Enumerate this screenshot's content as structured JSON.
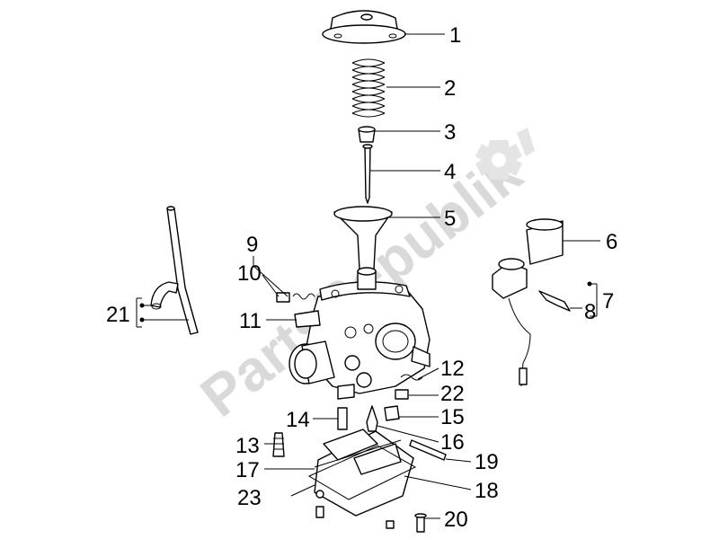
{
  "watermark": {
    "text": "PartsRepublik",
    "icon": "gear-icon"
  },
  "callouts": {
    "c1": "1",
    "c2": "2",
    "c3": "3",
    "c4": "4",
    "c5": "5",
    "c6": "6",
    "c7": "7",
    "c8": "8",
    "c9": "9",
    "c10": "10",
    "c11": "11",
    "c12": "12",
    "c13": "13",
    "c14": "14",
    "c15": "15",
    "c16": "16",
    "c17": "17",
    "c18": "18",
    "c19": "19",
    "c20": "20",
    "c21": "21",
    "c22": "22",
    "c23": "23"
  }
}
